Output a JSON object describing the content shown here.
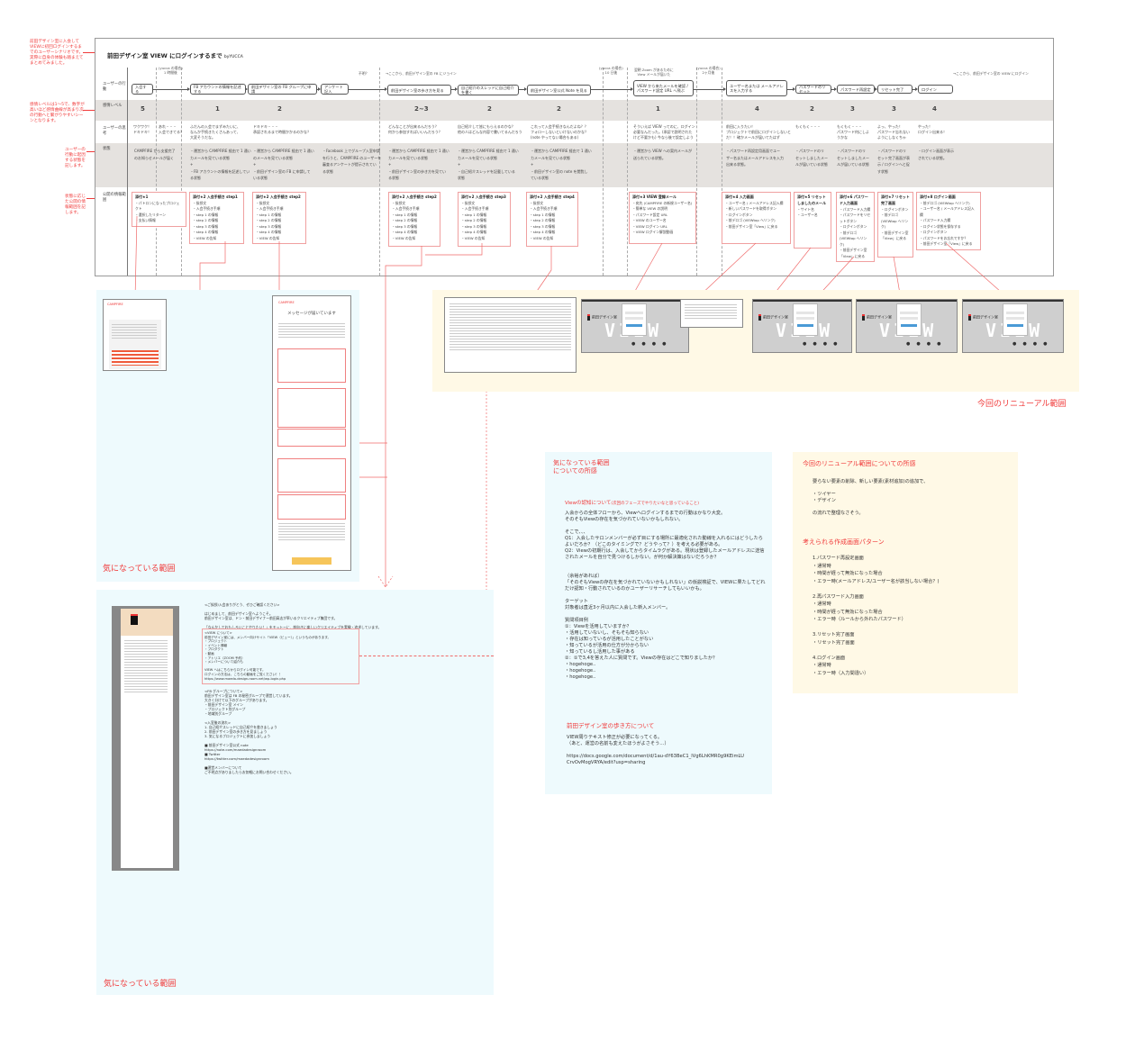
{
  "annotations": [
    "前田デザイン室に入会してVIEWに初回ログインするまでのユーザーシナリオです。実際に自身の体験も踏まえてまとめてみました。",
    "感情レベルは1〜5で、数字が高いほど感情曲線が高まり次の行動へと繋がりやすいシーンとなります。",
    "ユーザーの行動に起因する状態を記します。",
    "状態に応じた公開の情報範囲を記します。"
  ],
  "journey": {
    "title": "前田デザイン室 VIEW にログインするまで",
    "author": "byYUCCA",
    "row_labels": {
      "action": "ユーザーの行動",
      "emotion": "感情レベル",
      "thought": "ユーザーの思考",
      "state": "状態",
      "info": "公開の情報範囲"
    },
    "timing_notes": [
      "(yucca の場合)\n1 時間後",
      "不明？",
      "→ここから、前田デザイン室の FB にジョイン",
      "(yucca の場合)\n10 日後",
      "翌朝 Zoom があるために\nView メールが届いた",
      "(yucca の場合)\n2ヶ月後",
      "→ここから、前田デザイン室の VIEW にログイン"
    ],
    "steps": [
      "入会する",
      "FB アカウントの情報を記述する",
      "前田デザイン室の FB グループに申請",
      "アンケート記入",
      "前田デザイン室の歩き方を見る",
      "自己紹介のスレッドに自己紹介を書く",
      "前田デザイン室公式 Note を見る",
      "VIEW から来たメールを確認 / パスワード設定 URL へ飛ぶ",
      "ユーザー名または メールアドレスを入力する",
      "パスワードのリセット",
      "パスワード再設定",
      "リセット完了",
      "ログイン"
    ],
    "emotions": [
      "5",
      "1",
      "2",
      "2~3",
      "2",
      "2",
      "1",
      "4",
      "2",
      "3",
      "3",
      "4"
    ],
    "thoughts": [
      "ワクワク！\nドキドキ！",
      "あれ・・・\n入会できてる？",
      "ふだんの入会でまずみたいに、\nなんか手続きたくさんあって、\n大変そうだな。",
      "ドキドキ・・・\n承認されるまで時間かかるのかな？",
      "どんなことが出来るんだろう？\n何から参加すればいいんだろう？",
      "自己紹介して皆にもらえるのかな？\n他の人はどんな内容で書いてるんだろう",
      "これって入会手続きなんだよね？？\nフォローしないといけないのかな？\n(note やってない場合もある)",
      "そういえば VIEW ってのに、ログイン\n必要なんだった。(承認で説明された\nけど不要かも) 今なら後で設定しよう",
      "前田に入りたい！\nプロジェクトで前田にログインしないと\nだ！！確かメールが届いてたはず",
      "もくもく・・・",
      "もくもく・・・\nパスワード何にしよ\nうかな",
      "よっ、やった！\nパスワード忘れない\nようにしなくちゃ",
      "やった！\nログイン出来る！"
    ],
    "states": [
      "CAMPFIRE から支援完了\nのお知らせメールが届く",
      "・運営から CAMPFIRE 経由で 1 通い\nカメールを見ている状態\n+\n・FB アカウントの情報を記述してい\nる状態",
      "・運営から CAMPFIRE 経由で 1 通い\nのメールを見ている状態\n+\n・前田デザイン室の FB に申請して\nいる状態",
      "・Facebook 上でグループ入室申請\nを行うと、CAMPFIRE のユーザーを\n審査るアンケートが提示されてい\nる状態",
      "・運営から CAMPFIRE 経由で 1 通い\nカメールを見ている状態\n+\n・前田デザイン室の歩き方を見てい\nる状態",
      "・運営から CAMPFIRE 経由で 1 通い\nカメールを見ている状態\n+\n・自己紹介スレッドを記載している\n状態",
      "・運営から CAMPFIRE 経由で 1 通い\nカメールを見ている状態\n+\n・前田デザイン室の note を閲覧し\nている状態",
      "・運営から VIEW への案内メールが\n送られている状態。",
      "・パスワード再設定用画面でユー\nザー名またはメールアドレスを入力\n出来る状態。",
      "・パスワードのリ\nセットしましたメー\nルが届いている状態",
      "・パスワードのリ\nセットしましたメー\nルが届いている状態",
      "・パスワードのリ\nセット完了画面が表\n示 / ログインへと促\nす状態",
      "・ログイン画面が表示\nされている状態。"
    ],
    "cards": [
      {
        "title": "添付★1",
        "items": [
          "・パトロンになったプロジェクト",
          "・選択したリターン",
          "・支払い情報"
        ]
      },
      {
        "title": "添付★2 入会手続き step1",
        "items": [
          "・挨拶文",
          "・入会手続き手順",
          "・step 1 の情報",
          "・step 2 の情報",
          "・step 3 の情報",
          "・step 4 の情報",
          "・VIEW の告知"
        ]
      },
      {
        "title": "添付★2 入会手続き step2",
        "items": [
          "・挨拶文",
          "・入会手続き手順",
          "・step 1 の情報",
          "・step 2 の情報",
          "・step 3 の情報",
          "・step 4 の情報",
          "・VIEW の告知"
        ]
      },
      {
        "title": "添付★2 入会手続き step2",
        "items": [
          "・挨拶文",
          "・入会手続き手順",
          "・step 1 の情報",
          "・step 2 の情報",
          "・step 3 の情報",
          "・step 4 の情報",
          "・VIEW の告知"
        ]
      },
      {
        "title": "添付★2 入会手続き step3",
        "items": [
          "・挨拶文",
          "・入会手続き手順",
          "・step 1 の情報",
          "・step 2 の情報",
          "・step 3 の情報",
          "・step 4 の情報",
          "・VIEW の告知"
        ]
      },
      {
        "title": "添付★2 入会手続き step4",
        "items": [
          "・挨拶文",
          "・入会手続き手順",
          "・step 1 の情報",
          "・step 2 の情報",
          "・step 3 の情報",
          "・step 4 の情報",
          "・VIEW の告知"
        ]
      },
      {
        "title": "添付★3 VIEW 登録メール",
        "items": [
          "・宛先 (CAMPFIRE の新規ユーザー名)",
          "・簡単な VIEW の説明",
          "・パスワード設定 URL",
          "・VIEW のユーザー名",
          "・VIEW ログイン URL",
          "・VIEW ログイン解説動画"
        ]
      },
      {
        "title": "添付★4 入力画面",
        "items": [
          "・ユーザー名 / メールアドレス記入欄",
          "・新しいパスワードを取得ボタン",
          "・ログインボタン",
          "・前デロゴ (VIEWtop へリンク)",
          "・前田デザイン室「View」に戻る"
        ]
      },
      {
        "title": "添付★5 リセットしましたのメール",
        "items": [
          "・サイト名",
          "・ユーザー名"
        ]
      },
      {
        "title": "添付★6 パスワード入力画面",
        "items": [
          "・パスワード入力欄",
          "・パスワードをリセットボタン",
          "・ログインボタン",
          "・前デロゴ (VIEWtop へリンク)",
          "・前田デザイン室「View」に戻る"
        ]
      },
      {
        "title": "添付★7 リセット完了画面",
        "items": [
          "・ログインボタン",
          "・前デロゴ (VIEWtop へリンク)",
          "・前田デザイン室「View」に戻る"
        ]
      },
      {
        "title": "添付★8 ログイン画面",
        "items": [
          "・前デロゴ (VIEWtop へリンク)",
          "・ユーザー名 / メールアドレス記入欄",
          "・パスワード入力欄",
          "・ログイン状態を保存する",
          "・ログインボタン",
          "・パスワードをお忘れですか？",
          "・前田デザイン室「View」に戻る"
        ]
      }
    ]
  },
  "panels": {
    "concern_label": "気になっている範囲",
    "renewal_label": "今回のリニューアル範囲",
    "concern_bottom_label": "気になっている範囲",
    "email_heading": "メッセージが届いています",
    "campfire_brand": "CAMPFIRE",
    "view_brand": "前田デザイン室",
    "view_logo": "VIEW"
  },
  "email_excerpt": {
    "intro": "<ご挨拶/入会ありがとう、ぜひご確認ください>\n\nはじめまして、前田デザイン室へようこそ。\n前田デザイン室は、ドン・前田デザイナー前田高志が率いるクリエイティブ集団です。\n\n「なんかしておもしろいことやりたい！」をモットーに、前向きに楽しいクリエイティブを実験・追求しています。",
    "boxed": "<VIEW について>\n前田デザイン室には、メンバー向けサイト「VIEW（ビュー）」というものがあります。\n・プロジェクト\n・イベント情報\n・プロダクト\n・動画\n・アトリエ（ZOOM 予約）\n・メンバーについて紹介も\n\nVIEW へはこちらからログイン可能です。\nログインの方法は、こちらの動画をご覧ください！！\nhttps://www.maeda-design-room.net/wp-login.php",
    "rest": "<FB グループについて>\n前田デザイン室は FB の秘密グループで運営しています。\n大きく分けて以下のグループがあります。\n・前田デザイン室 メイン\n・プロジェクト別グループ\n・地域別グループ\n\n<入室後の流れ>\n1. 自己紹介スレッドに自己紹介を書きましょう\n2. 前田デザイン室の歩き方を見ましょう\n3. 気になるプロジェクトに参加しましょう\n\n■ 前田デザイン室公式 note\nhttps://note.com/maedadesignroom\n■ Twitter\nhttps://twitter.com/maedadesignroom\n\n■運営メンバーについて\nご不明点がありましたらお気軽にお問い合わせください。"
  },
  "notes": {
    "concern": {
      "title": "気になっている範囲\nについての所感",
      "sections": [
        {
          "heading": "Viewの認知について",
          "heading_sub": "(次回のフェーズでやりたいなと思っていること)",
          "body": "入会からの全体フローから、Viewへログインするまでの行動はかなり大変。\nそのそもViewの存在を気づかれていないかもしれない。\n\nそこで、、、\nQ1：入会したサロンメンバーが必ず目にする場所に最適化された動線を入れるにはどうしたらよいだろか？（どこのタイミングで？どうやって？）を考える必要がある。\nQ2：Viewの初期行は、入会してからタイムラグがある。現状は登録したメールアドレスに送信されたメールを自分で見つけるしかない。が何か解決策はないだろうか？\n\n\n（余裕があれば）\n「そのそもViewの存在を気づかれていないかもしれない」の仮説検証で、VIEWに果たしてどれだけ認知・行動されているのかユーザーリサーチしてもいいかも。\n\nターゲット\n対象者は直近3ヶ月以内に入会した新入メンバー。\n\n質問項目例\n①：Viewを活用していますか？\n・活用していないし、そもそも知らない\n・存在は知っているが活用したことがない\n・知っているが活用の仕方が分からない\n・知っているし活用した事がある\n②：①で3,4を答えた人に質問です。Viewの存在はどこで知りましたか？\n・hogehoge..\n・hogehoge..\n・hogehoge.."
        },
        {
          "heading": "前田デザイン室の歩き方について",
          "body": "VIEW周りテキスト修正が必要になってくる。\n（あと、運営の名前も変えたほうがよさそう…）\n\nhttps://docs.google.com/document/d/1au-dY63BeC1_lVg6LhKMR0g9KEimLUCrvOvMogVRYA/edit?usp=sharing"
        }
      ]
    },
    "renewal": {
      "title": "今回のリニューアル範囲についての所感",
      "body": "要らない要素の削除、新しい要素(素材追加)の追加で、\n\n・ツイヤー\n・デザイン\n\nの流れで整理なさそう。",
      "patterns_title": "考えられる作成画面パターン",
      "patterns": "1.パスワード再設定画面\n・通常時\n・時間が経って無効になった場合\n・エラー時(メールアドレス/ユーザー名が該当しない場合？)\n\n2.再パスワード入力画面\n・通常時\n・時間が経って無効になった場合\n・エラー時（ルールから外れたパスワード）\n\n3.リセット完了画面\n・リセット完了画面\n\n4.ログイン画面\n・通常時\n・エラー時（入力間違い）"
    }
  },
  "colors": {
    "accent": "#f03a3a",
    "band": "#e5e2df",
    "blue_panel": "#eefafd",
    "yellow_panel": "#fff9e6"
  }
}
